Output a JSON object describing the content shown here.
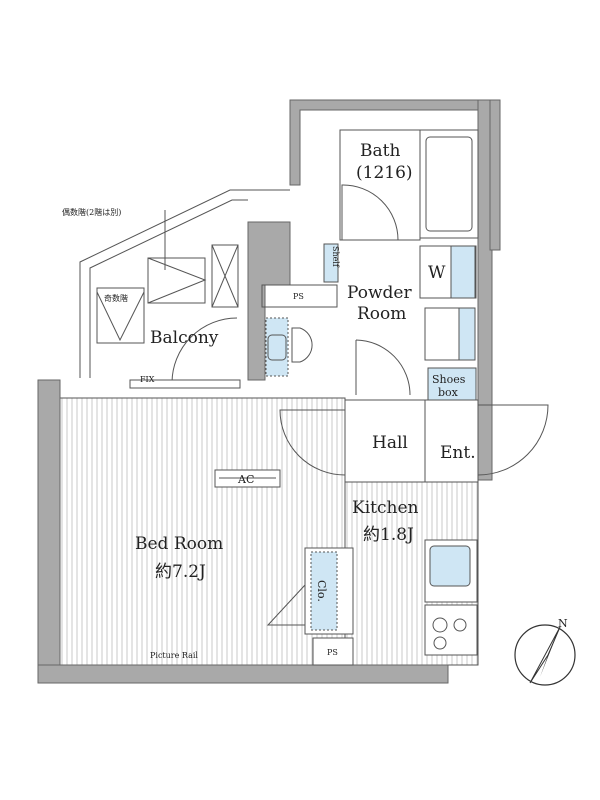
{
  "plan": {
    "balcony": {
      "label": "Balcony",
      "even_floor_note": "偶数階(2階は別)",
      "odd_floor_note": "奇数階",
      "fix_label": "FIX"
    },
    "bath": {
      "label": "Bath",
      "size": "(1216)"
    },
    "shelf": {
      "label": "Shelf"
    },
    "ps_upper": {
      "label": "PS"
    },
    "powder_room": {
      "line1": "Powder",
      "line2": "Room"
    },
    "washer": {
      "label": "W"
    },
    "shoes_box": {
      "line1": "Shoes",
      "line2": "box"
    },
    "hall": {
      "label": "Hall"
    },
    "entrance": {
      "label": "Ent."
    },
    "ac": {
      "label": "AC"
    },
    "kitchen": {
      "label": "Kitchen",
      "area": "約1.8J"
    },
    "bedroom": {
      "label": "Bed Room",
      "area": "約7.2J"
    },
    "closet": {
      "label": "Clo."
    },
    "ps_lower": {
      "label": "PS"
    },
    "picture_rail": {
      "label": "Picture Rail"
    },
    "compass": {
      "label": "N"
    }
  },
  "colors": {
    "wall": "#a9a9a9",
    "fixture": "#cfe6f4",
    "line": "#555555"
  }
}
